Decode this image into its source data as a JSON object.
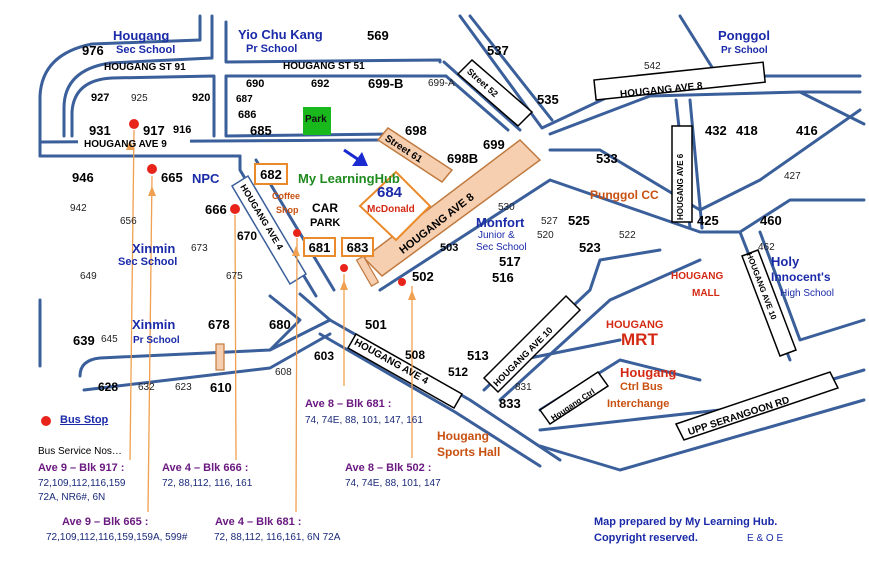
{
  "schools": {
    "hougang_sec_line1": "Hougang",
    "hougang_sec_line2": "Sec School",
    "yio_chu_kang_line1": "Yio Chu Kang",
    "yio_chu_kang_line2": "Pr School",
    "ponggol_line1": "Ponggol",
    "ponggol_line2": "Pr School",
    "xinmin_sec_line1": "Xinmin",
    "xinmin_sec_line2": "Sec School",
    "xinmin_pr_line1": "Xinmin",
    "xinmin_pr_line2": "Pr School",
    "monfort_line1": "Monfort",
    "monfort_line2": "Junior &",
    "monfort_line3": "Sec School",
    "holy_line1": "Holy",
    "holy_line2": "Innocent's",
    "holy_line3": "High School"
  },
  "roads": {
    "hougang_st_91": "HOUGANG ST 91",
    "hougang_st_51": "HOUGANG ST 51",
    "street_52": "Street 52",
    "hougang_ave_8_top": "HOUGANG AVE 8",
    "hougang_ave_9": "HOUGANG AVE 9",
    "street_61": "Street 61",
    "hougang_ave_8_main": "HOUGANG AVE 8",
    "hougang_ave_6": "HOUGANG AVE 6",
    "hougang_ave_4_left": "HOUGANG AVE 4",
    "hougang_ave_4_bottom": "HOUGANG AVE 4",
    "hougang_ave_10": "HOUGANG AVE 10",
    "hougang_ctrl": "Hougang Ctrl",
    "hougang_ave_10_right": "HOUGANG AVE 10",
    "upp_serangoon": "UPP SERANGOON RD"
  },
  "places": {
    "park": "Park",
    "npc": "NPC",
    "learning_hub": "My LearningHub",
    "mcdonald_num": "684",
    "mcdonald": "McDonald",
    "coffee_line1": "Coffee",
    "coffee_line2": "Shop",
    "car_line1": "CAR",
    "car_line2": "PARK",
    "punggol_cc": "Punggol CC",
    "hougang_mall_line1": "HOUGANG",
    "hougang_mall_line2": "MALL",
    "mrt_line1": "HOUGANG",
    "mrt_line2": "MRT",
    "bus_line1": "Hougang",
    "bus_line2": "Ctrl Bus",
    "bus_line3": "Interchange",
    "sports_line1": "Hougang",
    "sports_line2": "Sports Hall"
  },
  "blocks": {
    "b976": "976",
    "b569": "569",
    "b537": "537",
    "b542": "542",
    "b927": "927",
    "b925": "925",
    "b920": "920",
    "b690": "690",
    "b692": "692",
    "b699b_top": "699-B",
    "b699a": "699-A",
    "b687": "687",
    "b686": "686",
    "b685": "685",
    "b535": "535",
    "b931": "931",
    "b917": "917",
    "b916": "916",
    "b698": "698",
    "b699": "699",
    "b698b": "698B",
    "b533": "533",
    "b432": "432",
    "b418": "418",
    "b416": "416",
    "b427": "427",
    "b946": "946",
    "b665": "665",
    "b682": "682",
    "b942": "942",
    "b666": "666",
    "b530": "530",
    "b656": "656",
    "b670": "670",
    "b527": "527",
    "b525": "525",
    "b425": "425",
    "b460": "460",
    "b520": "520",
    "b522": "522",
    "b673": "673",
    "b681": "681",
    "b683": "683",
    "b503": "503",
    "b523": "523",
    "b462": "462",
    "b517": "517",
    "b649": "649",
    "b675": "675",
    "b502": "502",
    "b516": "516",
    "b678": "678",
    "b680": "680",
    "b501": "501",
    "b639": "639",
    "b645": "645",
    "b603": "603",
    "b508": "508",
    "b513": "513",
    "b512": "512",
    "b608": "608",
    "b831": "831",
    "b628": "628",
    "b632": "632",
    "b623": "623",
    "b610": "610",
    "b833": "833"
  },
  "legend": {
    "bus_stop": "Bus Stop",
    "bus_service_nos": "Bus Service Nos…",
    "ave9_917_title": "Ave 9 – Blk 917 :",
    "ave9_917_line1": "72,109,112,116,159",
    "ave9_917_line2": "72A, NR6#, 6N",
    "ave4_666_title": "Ave 4 – Blk 666 :",
    "ave4_666_line1": "72, 88,112, 116, 161",
    "ave8_681_title": "Ave 8 – Blk 681 :",
    "ave8_681_line1": "74, 74E, 88, 101, 147, 161",
    "ave8_502_title": "Ave 8 – Blk 502 :",
    "ave8_502_line1": "74, 74E, 88, 101, 147",
    "ave9_665_title": "Ave 9 – Blk 665 :",
    "ave9_665_line1": "72,109,112,116,159,159A, 599#",
    "ave4_681_title": "Ave 4 – Blk 681 :",
    "ave4_681_line1": "72, 88,112, 116,161, 6N 72A"
  },
  "credit": {
    "line1": "Map prepared by  My Learning Hub.",
    "line2": "Copyright reserved.",
    "eoe": "E & O E"
  },
  "colors": {
    "road_outline": "#3a5f9a",
    "highlight_fill": "#f6cfb0",
    "highlight_stroke": "#c07a40",
    "box_border": "#ea8a2a",
    "bus_stop": "#e8241a",
    "park": "#19b81d",
    "arrow": "#1a2ad0",
    "pointer": "#f0a050"
  },
  "icons": {
    "bus_stop_marker": "red-dot",
    "direction": "arrow-icon"
  }
}
